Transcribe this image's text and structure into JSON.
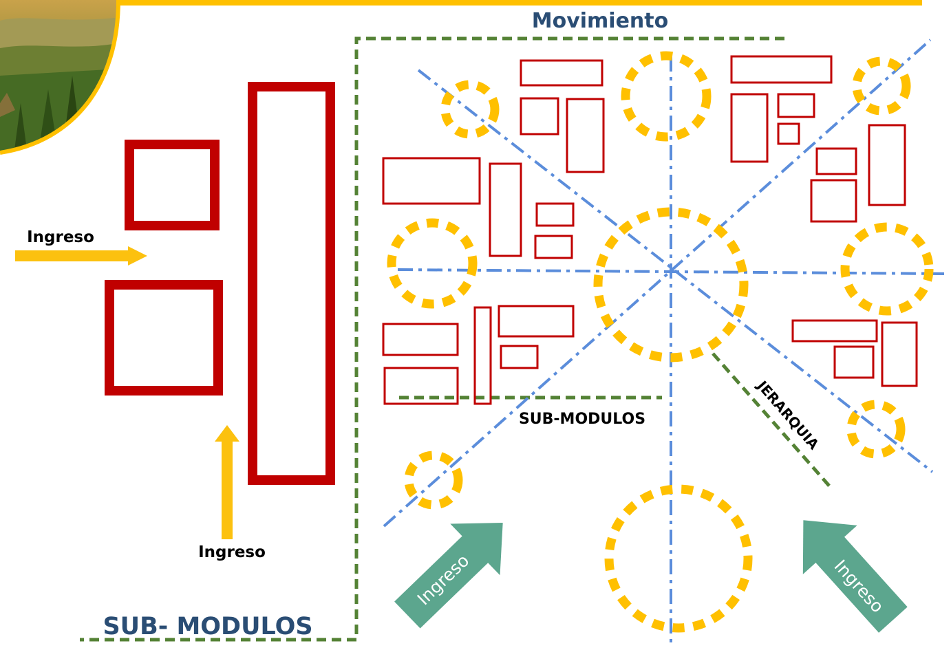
{
  "labels": {
    "title": "Movimiento",
    "ingreso_left": "Ingreso",
    "ingreso_bottom": "Ingreso",
    "ingreso_green_left": "Ingreso",
    "ingreso_green_right": "Ingreso",
    "sub_modulos_center": "SUB-MODULOS",
    "jerarquia": "JERARQUIA",
    "sub_modulos_bottom": "SUB- MODULOS"
  },
  "colors": {
    "module_red": "#c00000",
    "node_yellow": "#ffc000",
    "ingreso_arrow_yellow": "#fcc10f",
    "ingreso_arrow_green": "#5ca68e",
    "axis_blue": "#5b8ddb",
    "boundary_green": "#548235",
    "title_navy": "#2a4d74"
  }
}
